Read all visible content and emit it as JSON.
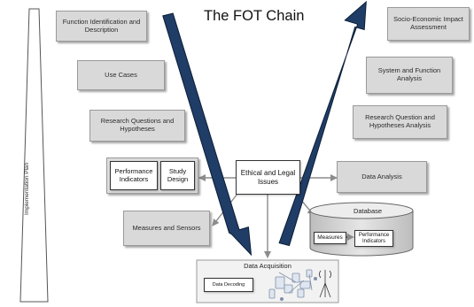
{
  "title": "The FOT Chain",
  "implementation_plan": "Implementation Plan",
  "left_column": [
    "Function Identification and Description",
    "Use Cases",
    "Research Questions and Hypotheses",
    "Measures and Sensors"
  ],
  "performance_indicators": "Performance Indicators",
  "study_design": "Study Design",
  "center": "Ethical and Legal Issues",
  "right_column": [
    "Socio-Economic Impact Assessment",
    "System and Function Analysis",
    "Research Question and Hypotheses  Analysis",
    "Data Analysis"
  ],
  "database": {
    "title": "Database",
    "measures": "Measures",
    "performance_indicators": "Performance Indicators"
  },
  "data_acquisition": {
    "title": "Data Acquisition",
    "data_decoding": "Data Decoding"
  },
  "colors": {
    "arrow_fill": "#1f3d66",
    "arrow_outline": "#0d1e36",
    "box_fill": "#d9d9d9",
    "connector": "#8c8c8c"
  }
}
